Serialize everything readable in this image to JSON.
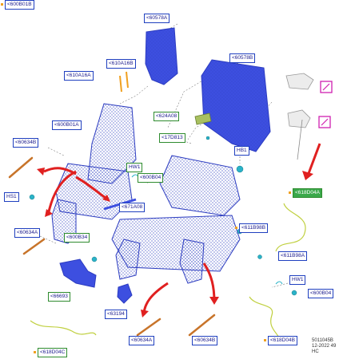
{
  "labels": {
    "l600B01B": "<600B01B",
    "l60578A": "<60578A",
    "l610A16B": "<610A16B",
    "l610A16A": "<610A16A",
    "l60578B": "<60578B",
    "l600B01A": "<600B01A",
    "l624A08": "<624A08",
    "l17D813": "<17D813",
    "l60634B_top": "<60634B",
    "lHB1": "HB1",
    "lHW1_top": "HW1",
    "l600B04_top": "<600B04",
    "l618D04A": "<618D04A",
    "lHS1": "HS1",
    "l671A08": "<671A08",
    "l60634A_left": "<60634A",
    "l600B34": "<600B34",
    "l611B98B": "<611B98B",
    "l611B98A": "<611B98A",
    "lHW1_bot": "HW1",
    "l66693": "<66693",
    "l600B04_bot": "<600B04",
    "l63194": "<63194",
    "l60634A_bot": "<60634A",
    "l60634B_bot": "<60634B",
    "l618D04B": "<618D04B",
    "l618D04C": "<618D04C"
  },
  "code": {
    "ref": "5011045B",
    "date": "12-2022 49",
    "initials": "HC"
  },
  "colors": {
    "part_blue": "#3d4fe0",
    "callout_blue": "#1f3fbf",
    "callout_green": "#2e8b2e",
    "arrow_red": "#e02020",
    "marker_orange": "#f0a020",
    "hardware_teal": "#2ab3c8",
    "spring_brown": "#c8742a"
  }
}
